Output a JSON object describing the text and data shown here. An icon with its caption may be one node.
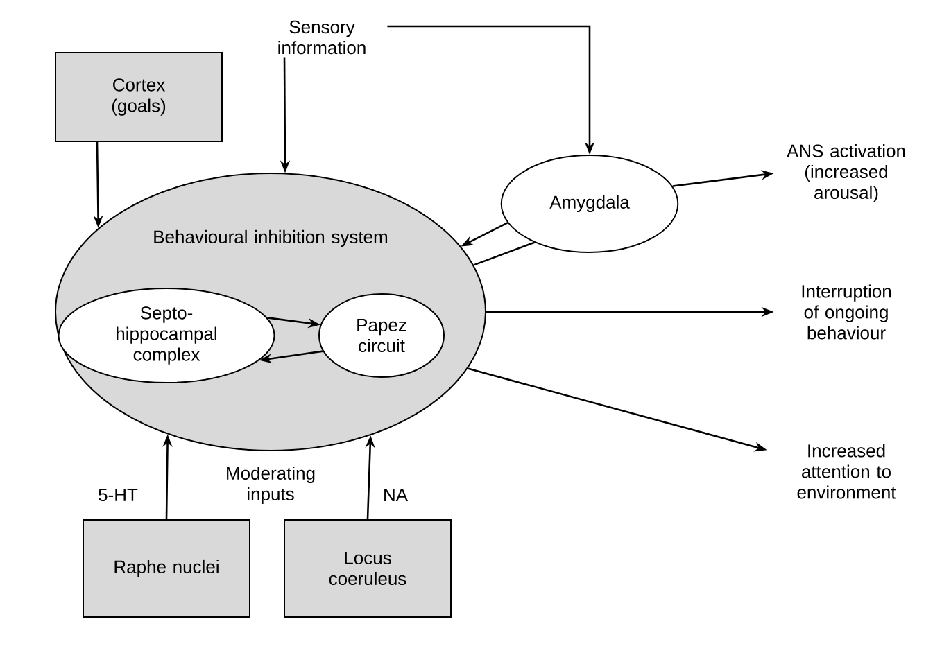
{
  "diagram": {
    "nodes": [
      {
        "text": [
          "Sensory information"
        ]
      },
      {
        "text": [
          "Cortex (goals)"
        ]
      },
      {
        "text": [
          "Behavioural inhibition system"
        ]
      },
      {
        "text": [
          "Septo-hippocampal complex"
        ],
        "in": 2
      },
      {
        "text": [
          "Papez circuit"
        ],
        "in": 2
      },
      {
        "text": [
          "Amygdala"
        ]
      },
      {
        "text": [
          "ANS activation (increased arousal)"
        ]
      },
      {
        "text": [
          "Interruption of ongoing behaviour"
        ]
      },
      {
        "text": [
          "Increased attention to environment"
        ]
      },
      {
        "text": [
          "Raphe nuclei"
        ]
      },
      {
        "text": [
          "Locus coeruleus"
        ]
      }
    ],
    "edges": [
      {
        "from": 0,
        "to": 2,
        "arrow": "to"
      },
      {
        "from": 0,
        "to": 5,
        "arrow": "to"
      },
      {
        "from": 1,
        "to": 2,
        "arrow": "to"
      },
      {
        "from": 5,
        "to": 2,
        "arrow": "to"
      },
      {
        "from": 2,
        "to": 5,
        "arrow": "none"
      },
      {
        "from": 5,
        "to": 6,
        "arrow": "to"
      },
      {
        "from": 3,
        "to": 4,
        "arrow": "to"
      },
      {
        "from": 4,
        "to": 3,
        "arrow": "to"
      },
      {
        "from": 2,
        "to": 7,
        "arrow": "to"
      },
      {
        "from": 2,
        "to": 8,
        "arrow": "to"
      },
      {
        "from": 9,
        "to": 2,
        "arrow": "to",
        "label": "5-HT"
      },
      {
        "from": 10,
        "to": 2,
        "arrow": "to",
        "label": "NA"
      }
    ],
    "labels": [
      "Moderating inputs"
    ]
  }
}
